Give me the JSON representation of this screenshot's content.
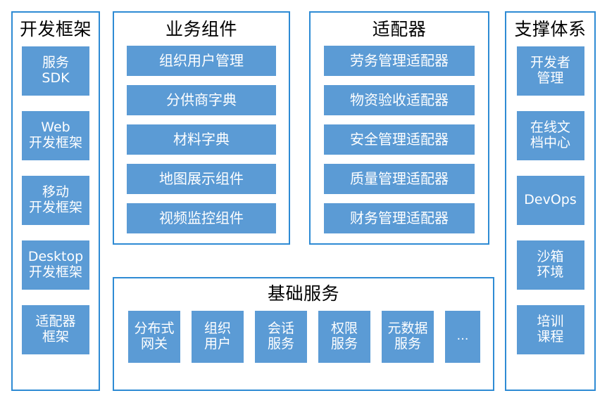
{
  "diagram": {
    "theme": {
      "tile_fill": "#5B9BD5",
      "panel_border": "#2E8BD4",
      "tile_text": "#FFFFFF",
      "title_text": "#000000",
      "background": "#FFFFFF"
    },
    "panels": [
      {
        "id": "dev",
        "title": "开发框架",
        "tiles": [
          "服务\nSDK",
          "Web\n开发框架",
          "移动\n开发框架",
          "Desktop\n开发框架",
          "适配器\n框架"
        ]
      },
      {
        "id": "biz",
        "title": "业务组件",
        "tiles": [
          "组织用户管理",
          "分供商字典",
          "材料字典",
          "地图展示组件",
          "视频监控组件"
        ]
      },
      {
        "id": "adapter",
        "title": "适配器",
        "tiles": [
          "劳务管理适配器",
          "物资验收适配器",
          "安全管理适配器",
          "质量管理适配器",
          "财务管理适配器"
        ]
      },
      {
        "id": "support",
        "title": "支撑体系",
        "tiles": [
          "开发者\n管理",
          "在线文\n档中心",
          "DevOps",
          "沙箱\n环境",
          "培训\n课程"
        ]
      },
      {
        "id": "base",
        "title": "基础服务",
        "tiles": [
          "分布式\n网关",
          "组织\n用户",
          "会话\n服务",
          "权限\n服务",
          "元数据\n服务",
          "…"
        ]
      }
    ]
  }
}
